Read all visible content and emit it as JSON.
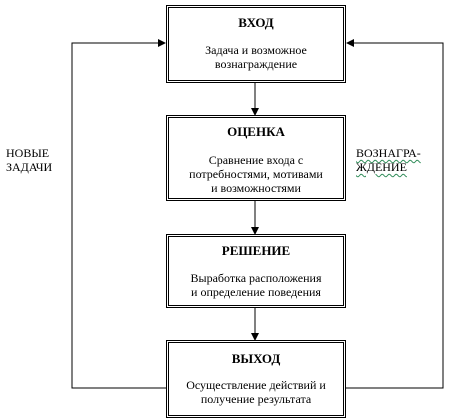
{
  "boxes": [
    {
      "title": "ВХОД",
      "text_lines": [
        "Задача и возможное",
        "вознаграждение"
      ]
    },
    {
      "title": "ОЦЕНКА",
      "text_lines": [
        "Сравнение входа с",
        "потребностями, мотивами",
        "и возможностями"
      ]
    },
    {
      "title": "РЕШЕНИЕ",
      "text_lines": [
        "Выработка расположения",
        "и определение поведения"
      ]
    },
    {
      "title": "ВЫХОД",
      "text_lines": [
        "Осуществление действий и",
        "получение результата"
      ]
    }
  ],
  "side_labels": {
    "left": [
      "НОВЫЕ",
      "ЗАДАЧИ"
    ],
    "right": [
      "ВОЗНАГРА-",
      "ЖДЕНИЕ"
    ]
  }
}
